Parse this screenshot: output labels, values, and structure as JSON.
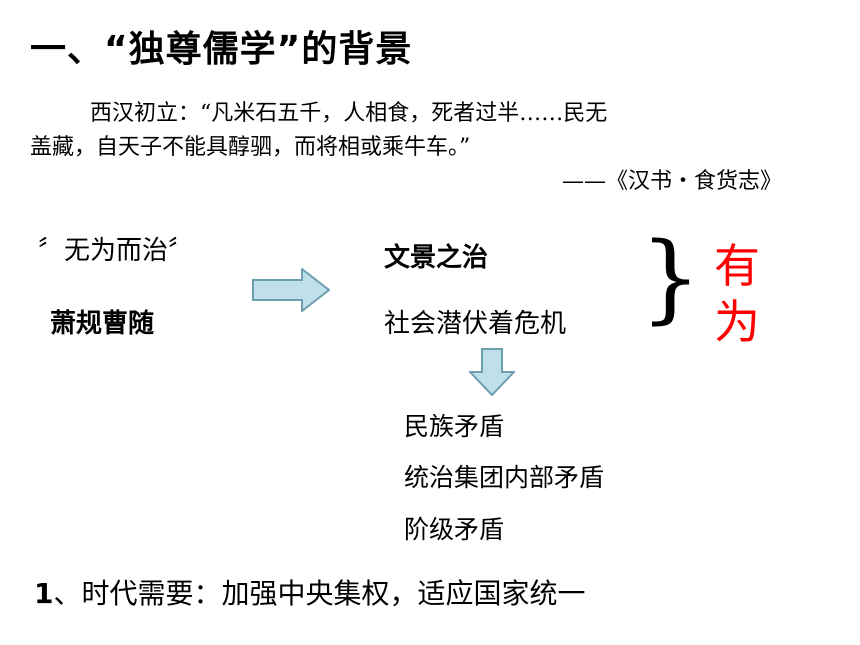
{
  "title": "一、“独尊儒学”的背景",
  "quote": {
    "line1": "西汉初立：“凡米石五千，人相食，死者过半……民无",
    "line2": "盖藏，自天子不能具醇驷，而将相或乘牛车。”",
    "source": "——《汉书・食货志》"
  },
  "left": {
    "policy": "〞无为而治〞",
    "example": "萧规曹随"
  },
  "middle": {
    "result": "文景之治",
    "crisis": "社会潜伏着危机"
  },
  "right": {
    "brace": "}",
    "verdict": "有为"
  },
  "conflicts": {
    "items": [
      "民族矛盾",
      "统治集团内部矛盾",
      "阶级矛盾"
    ]
  },
  "conclusion": {
    "num": "1",
    "text": "、时代需要：加强中央集权，适应国家统一"
  },
  "colors": {
    "arrow_fill": "#bfe0ea",
    "arrow_stroke": "#6e9fb0",
    "accent_red": "#ff0000"
  }
}
